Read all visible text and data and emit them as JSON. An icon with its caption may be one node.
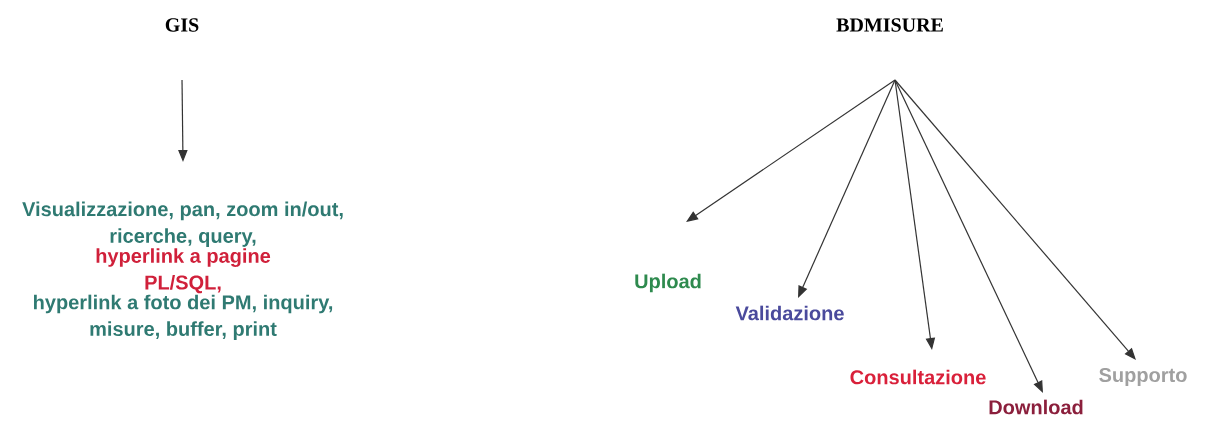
{
  "diagram": {
    "nodes": [
      {
        "text": [
          "GIS"
        ]
      },
      {
        "text": [
          "Visualizzazione, pan, zoom in/out, ricerche, query,",
          "hyperlink a pagine PL/SQL,",
          "hyperlink a foto dei PM, inquiry, misure, buffer, print"
        ]
      },
      {
        "text": [
          "BDMISURE"
        ]
      },
      {
        "text": [
          "Upload"
        ]
      },
      {
        "text": [
          "Validazione"
        ]
      },
      {
        "text": [
          "Consultazione"
        ]
      },
      {
        "text": [
          "Download"
        ]
      },
      {
        "text": [
          "Supporto"
        ]
      }
    ],
    "edges": [
      {
        "from": 0,
        "to": 1,
        "arrow": "to"
      },
      {
        "from": 2,
        "to": 3,
        "arrow": "to"
      },
      {
        "from": 2,
        "to": 4,
        "arrow": "to"
      },
      {
        "from": 2,
        "to": 5,
        "arrow": "to"
      },
      {
        "from": 2,
        "to": 6,
        "arrow": "to"
      },
      {
        "from": 2,
        "to": 7,
        "arrow": "to"
      }
    ]
  }
}
